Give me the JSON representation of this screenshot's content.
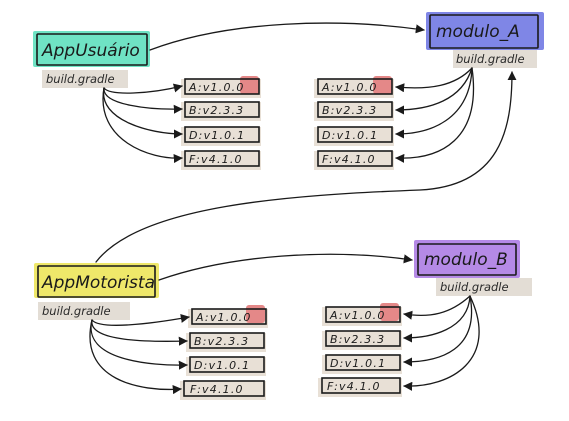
{
  "modules": {
    "app_usuario": {
      "title": "AppUsuário",
      "file": "build.gradle",
      "color": "#6fe3c4"
    },
    "modulo_a": {
      "title": "modulo_A",
      "file": "build.gradle",
      "color": "#7f86e6"
    },
    "app_motorista": {
      "title": "AppMotorista",
      "file": "build.gradle",
      "color": "#efe86a"
    },
    "modulo_b": {
      "title": "modulo_B",
      "file": "build.gradle",
      "color": "#b58ae6"
    }
  },
  "dependency_labels": {
    "a": "A:v1.0.0",
    "b": "B:v2.3.3",
    "d": "D:v1.0.1",
    "f": "F:v4.1.0"
  },
  "colors": {
    "dep_fill": "#e8e0d6",
    "gradle_fill": "#e3ddd5",
    "highlight": "#e48888",
    "ink": "#1a1a1a"
  }
}
